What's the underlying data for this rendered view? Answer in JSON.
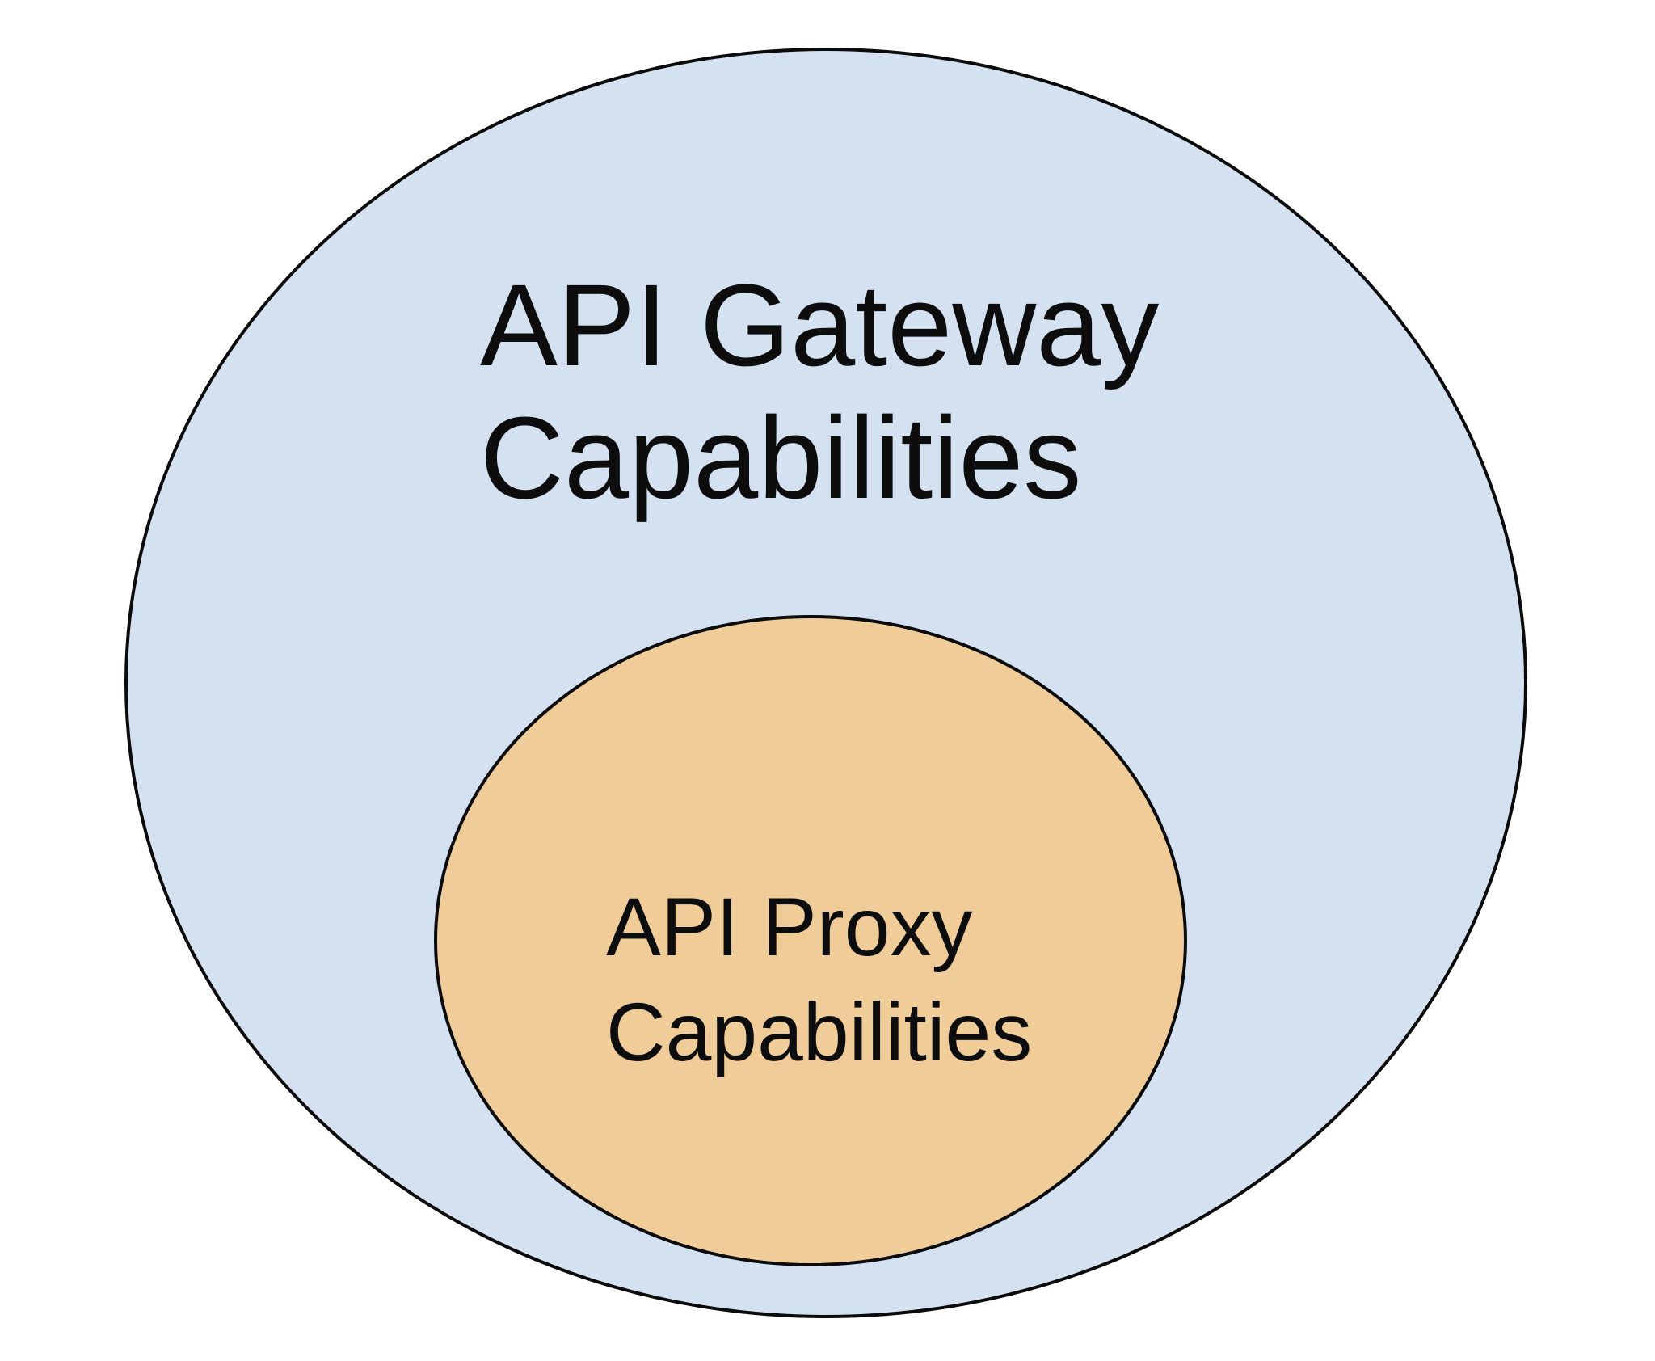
{
  "diagram": {
    "background_color": "#ffffff",
    "stroke_color": "#0b0b0b",
    "text_color": "#0d0d0d",
    "outer_set": {
      "label_line1": "API Gateway",
      "label_line2": "Capabilities",
      "fill": "#d4e1f0"
    },
    "inner_set": {
      "label_line1": "API Proxy",
      "label_line2": "Capabilities",
      "fill": "#f0cc98"
    }
  }
}
